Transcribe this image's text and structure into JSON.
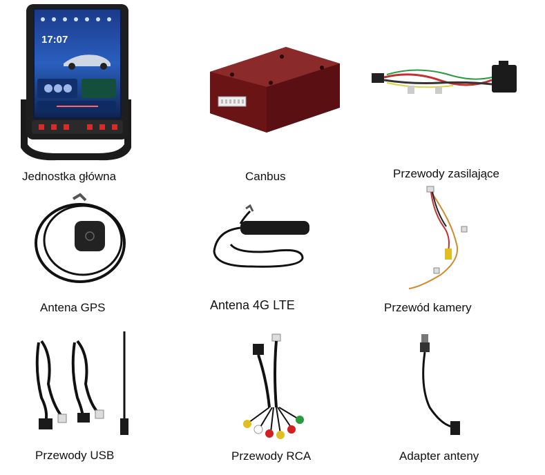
{
  "items": [
    {
      "label": "Jednostka główna"
    },
    {
      "label": "Canbus"
    },
    {
      "label": "Przewody zasilające"
    },
    {
      "label": "Antena GPS"
    },
    {
      "label": "Antena 4G LTE"
    },
    {
      "label": "Przewód kamery"
    },
    {
      "label": "Przewody USB"
    },
    {
      "label": "Przewody RCA"
    },
    {
      "label": "Adapter anteny"
    }
  ],
  "head_unit_screen": {
    "time": "17:07"
  }
}
